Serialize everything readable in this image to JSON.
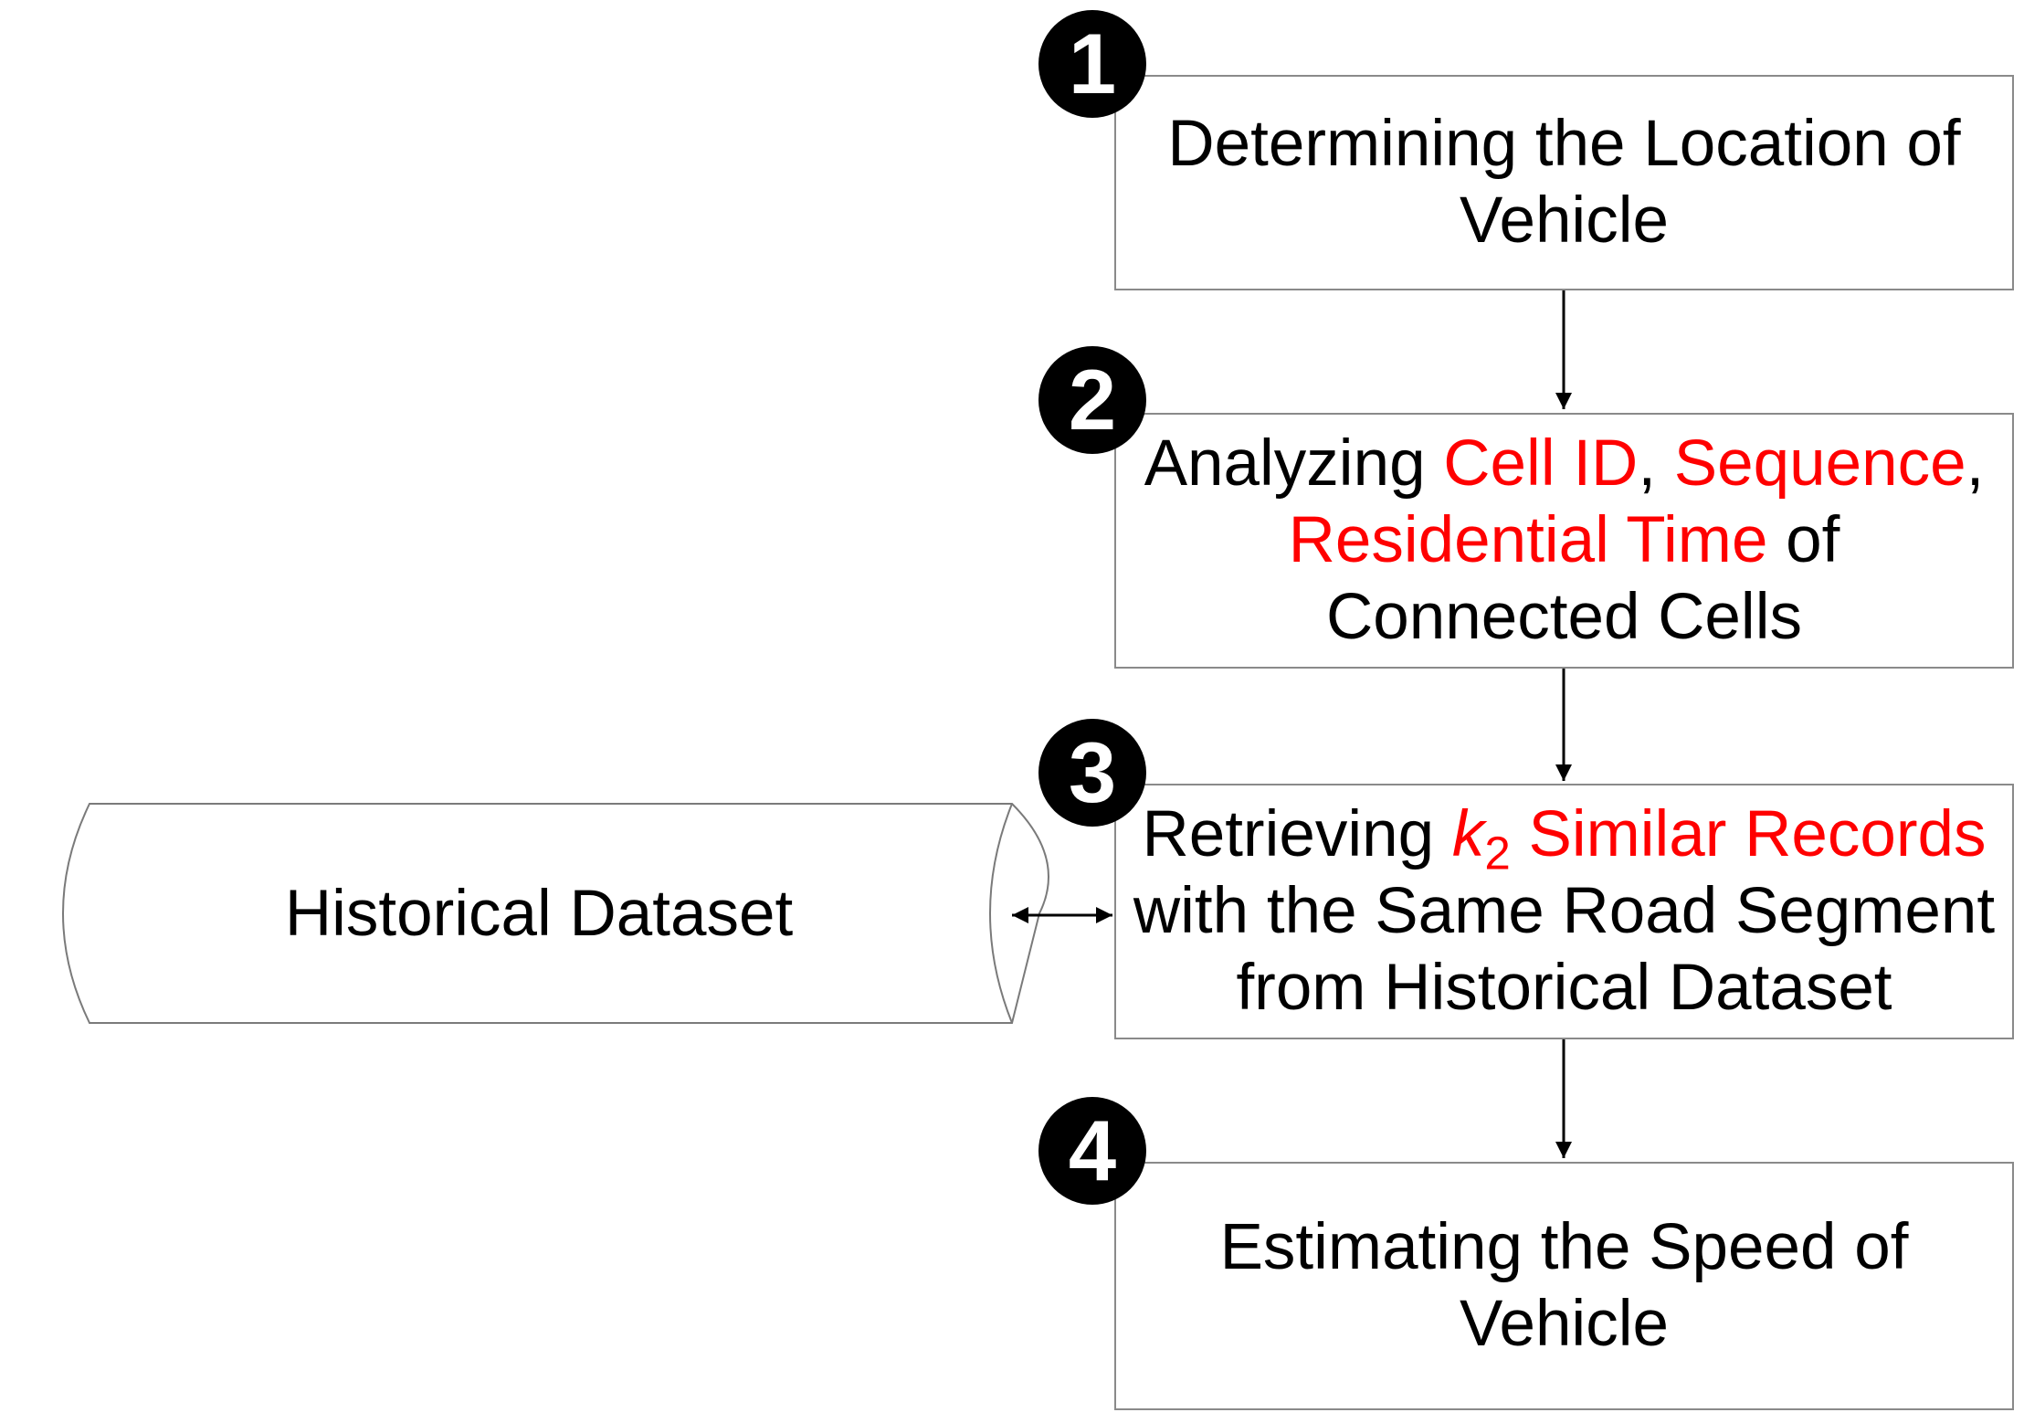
{
  "steps": [
    {
      "number": "1",
      "lines": [
        [
          {
            "text": "Determining the Location of"
          }
        ],
        [
          {
            "text": "Vehicle"
          }
        ]
      ]
    },
    {
      "number": "2",
      "lines": [
        [
          {
            "text": "Analyzing "
          },
          {
            "text": "Cell ID",
            "style": "hl"
          },
          {
            "text": ", "
          },
          {
            "text": "Sequence",
            "style": "hl"
          },
          {
            "text": ","
          }
        ],
        [
          {
            "text": "Residential Time",
            "style": "hl"
          },
          {
            "text": " of"
          }
        ],
        [
          {
            "text": "Connected Cells"
          }
        ]
      ]
    },
    {
      "number": "3",
      "lines": [
        [
          {
            "text": "Retrieving "
          },
          {
            "text": "k",
            "style": "hl-var"
          },
          {
            "text": "2",
            "style": "hl-sub"
          },
          {
            "text": " Similar Records",
            "style": "hl"
          }
        ],
        [
          {
            "text": "with the Same Road Segment"
          }
        ],
        [
          {
            "text": "from Historical Dataset"
          }
        ]
      ]
    },
    {
      "number": "4",
      "lines": [
        [
          {
            "text": "Estimating the Speed of"
          }
        ],
        [
          {
            "text": "Vehicle"
          }
        ]
      ]
    }
  ],
  "database": {
    "label": "Historical Dataset"
  },
  "colors": {
    "highlight": "#ff0000",
    "text": "#000000",
    "box_border": "#8a8a8a",
    "badge": "#000000"
  }
}
